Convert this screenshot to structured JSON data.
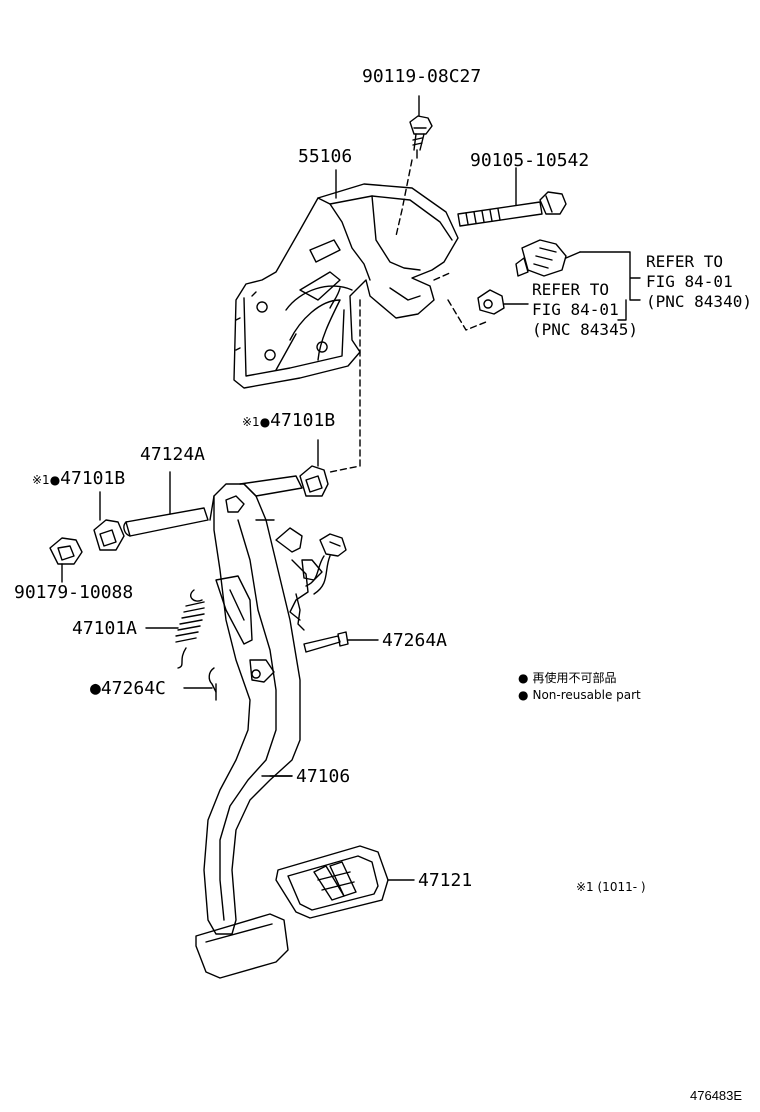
{
  "labels": {
    "p1": "90119-08C27",
    "p2": "55106",
    "p3": "90105-10542",
    "p4": "47101B",
    "p4_prefix": "※1●",
    "p5": "47124A",
    "p6": "47101B",
    "p6_prefix": "※1●",
    "p7": "90179-10088",
    "p8": "47101A",
    "p9": "47264A",
    "p10": "47264C",
    "p10_prefix": "●",
    "p11": "47106",
    "p12": "47121"
  },
  "refs": {
    "ref_a": [
      "REFER TO",
      "FIG 84-01",
      "(PNC 84340)"
    ],
    "ref_b": [
      "REFER TO",
      "FIG 84-01",
      "(PNC 84345)"
    ]
  },
  "legend": {
    "bullet": "●",
    "line1": "再使用不可部品",
    "line2": "Non-reusable part"
  },
  "note": "※1 (1011-     )",
  "figure_number": "476483E"
}
